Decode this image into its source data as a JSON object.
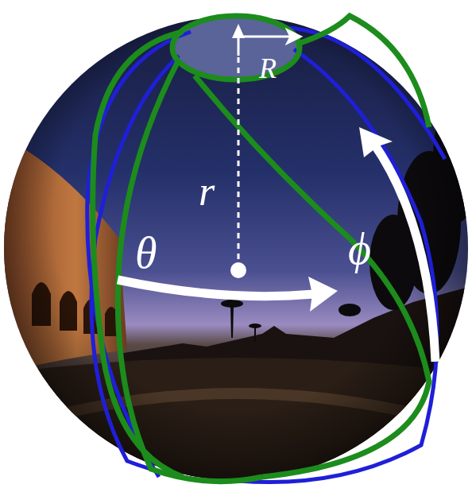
{
  "diagram": {
    "labels": [
      "R",
      "r",
      "θ",
      "ϕ"
    ]
  }
}
